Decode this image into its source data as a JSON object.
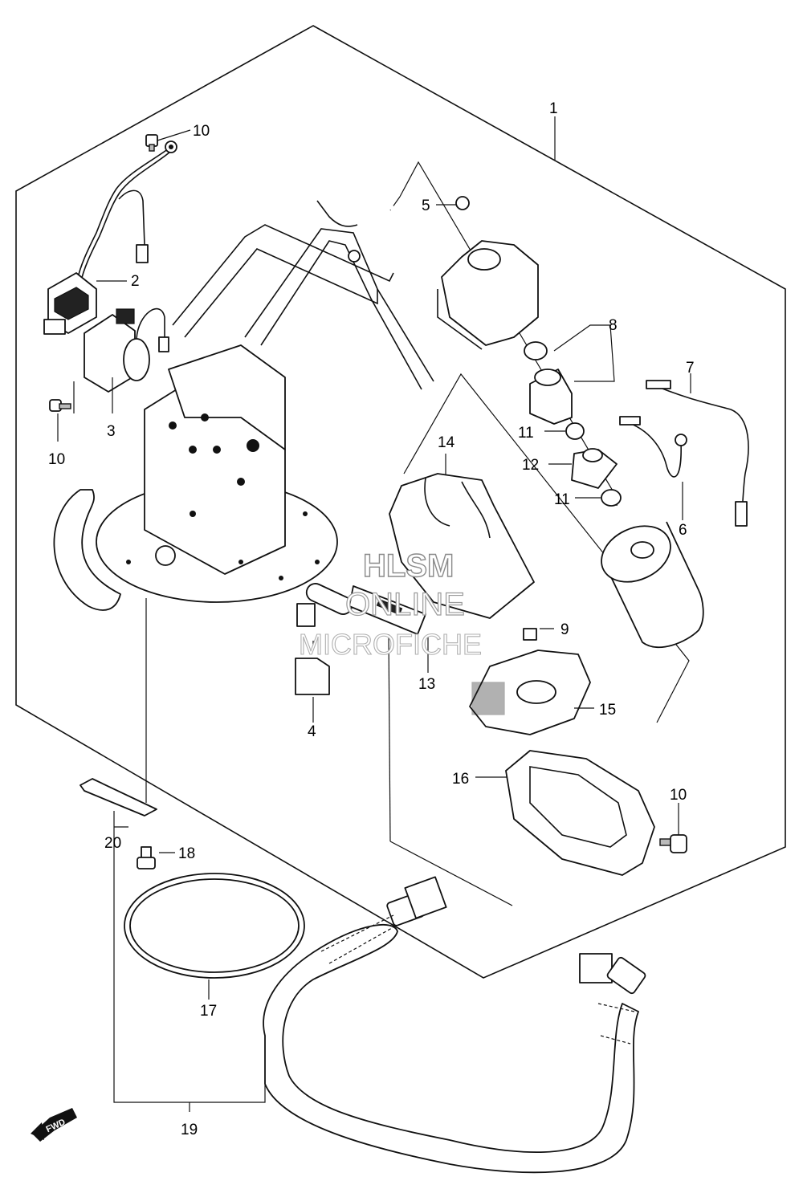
{
  "callouts": [
    {
      "id": "p1",
      "text": "1"
    },
    {
      "id": "p2",
      "text": "2"
    },
    {
      "id": "p3",
      "text": "3"
    },
    {
      "id": "p4",
      "text": "4"
    },
    {
      "id": "p5",
      "text": "5"
    },
    {
      "id": "p6",
      "text": "6"
    },
    {
      "id": "p7",
      "text": "7"
    },
    {
      "id": "p8",
      "text": "8"
    },
    {
      "id": "p9",
      "text": "9"
    },
    {
      "id": "p10a",
      "text": "10"
    },
    {
      "id": "p10b",
      "text": "10"
    },
    {
      "id": "p10c",
      "text": "10"
    },
    {
      "id": "p11a",
      "text": "11"
    },
    {
      "id": "p11b",
      "text": "11"
    },
    {
      "id": "p12",
      "text": "12"
    },
    {
      "id": "p13",
      "text": "13"
    },
    {
      "id": "p14",
      "text": "14"
    },
    {
      "id": "p15",
      "text": "15"
    },
    {
      "id": "p16",
      "text": "16"
    },
    {
      "id": "p17",
      "text": "17"
    },
    {
      "id": "p18",
      "text": "18"
    },
    {
      "id": "p19",
      "text": "19"
    },
    {
      "id": "p20",
      "text": "20"
    }
  ],
  "watermark": {
    "line1": "HLSM",
    "line2": "ONLINE",
    "line3": "MICROFICHE"
  },
  "fwd_label": "FWD"
}
